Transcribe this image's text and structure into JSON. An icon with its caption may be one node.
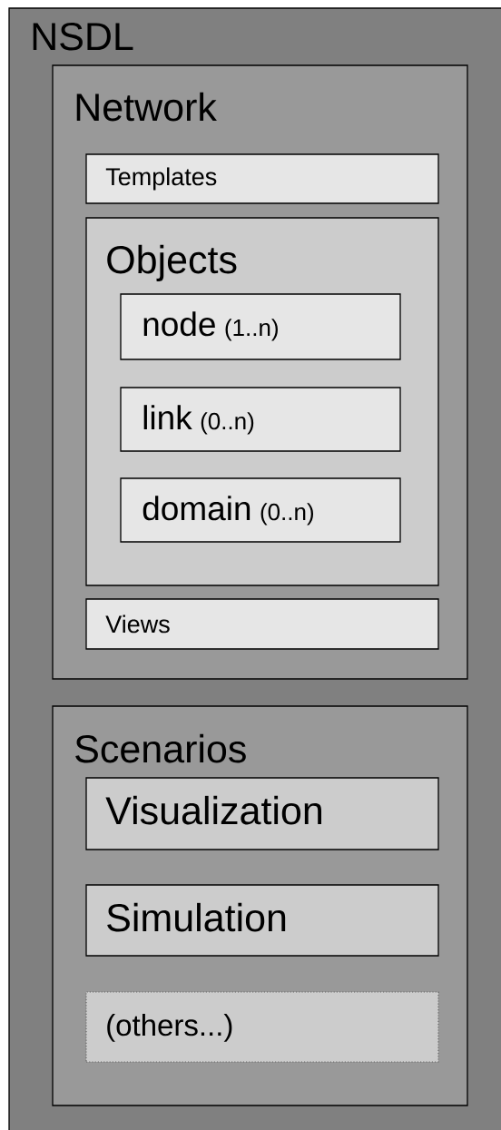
{
  "diagram": {
    "nodes": [
      {
        "text": [
          "NSDL"
        ]
      },
      {
        "text": [
          "Network"
        ],
        "in": 0
      },
      {
        "text": [
          "Templates"
        ],
        "in": 1
      },
      {
        "text": [
          "Objects"
        ],
        "in": 1
      },
      {
        "text": [
          "node",
          "(1..n)"
        ],
        "in": 3
      },
      {
        "text": [
          "link",
          "(0..n)"
        ],
        "in": 3
      },
      {
        "text": [
          "domain",
          "(0..n)"
        ],
        "in": 3
      },
      {
        "text": [
          "Views"
        ],
        "in": 1
      },
      {
        "text": [
          "Scenarios"
        ],
        "in": 0
      },
      {
        "text": [
          "Visualization"
        ],
        "in": 8
      },
      {
        "text": [
          "Simulation"
        ],
        "in": 8
      },
      {
        "text": [
          "(others...)"
        ],
        "in": 8
      }
    ]
  }
}
